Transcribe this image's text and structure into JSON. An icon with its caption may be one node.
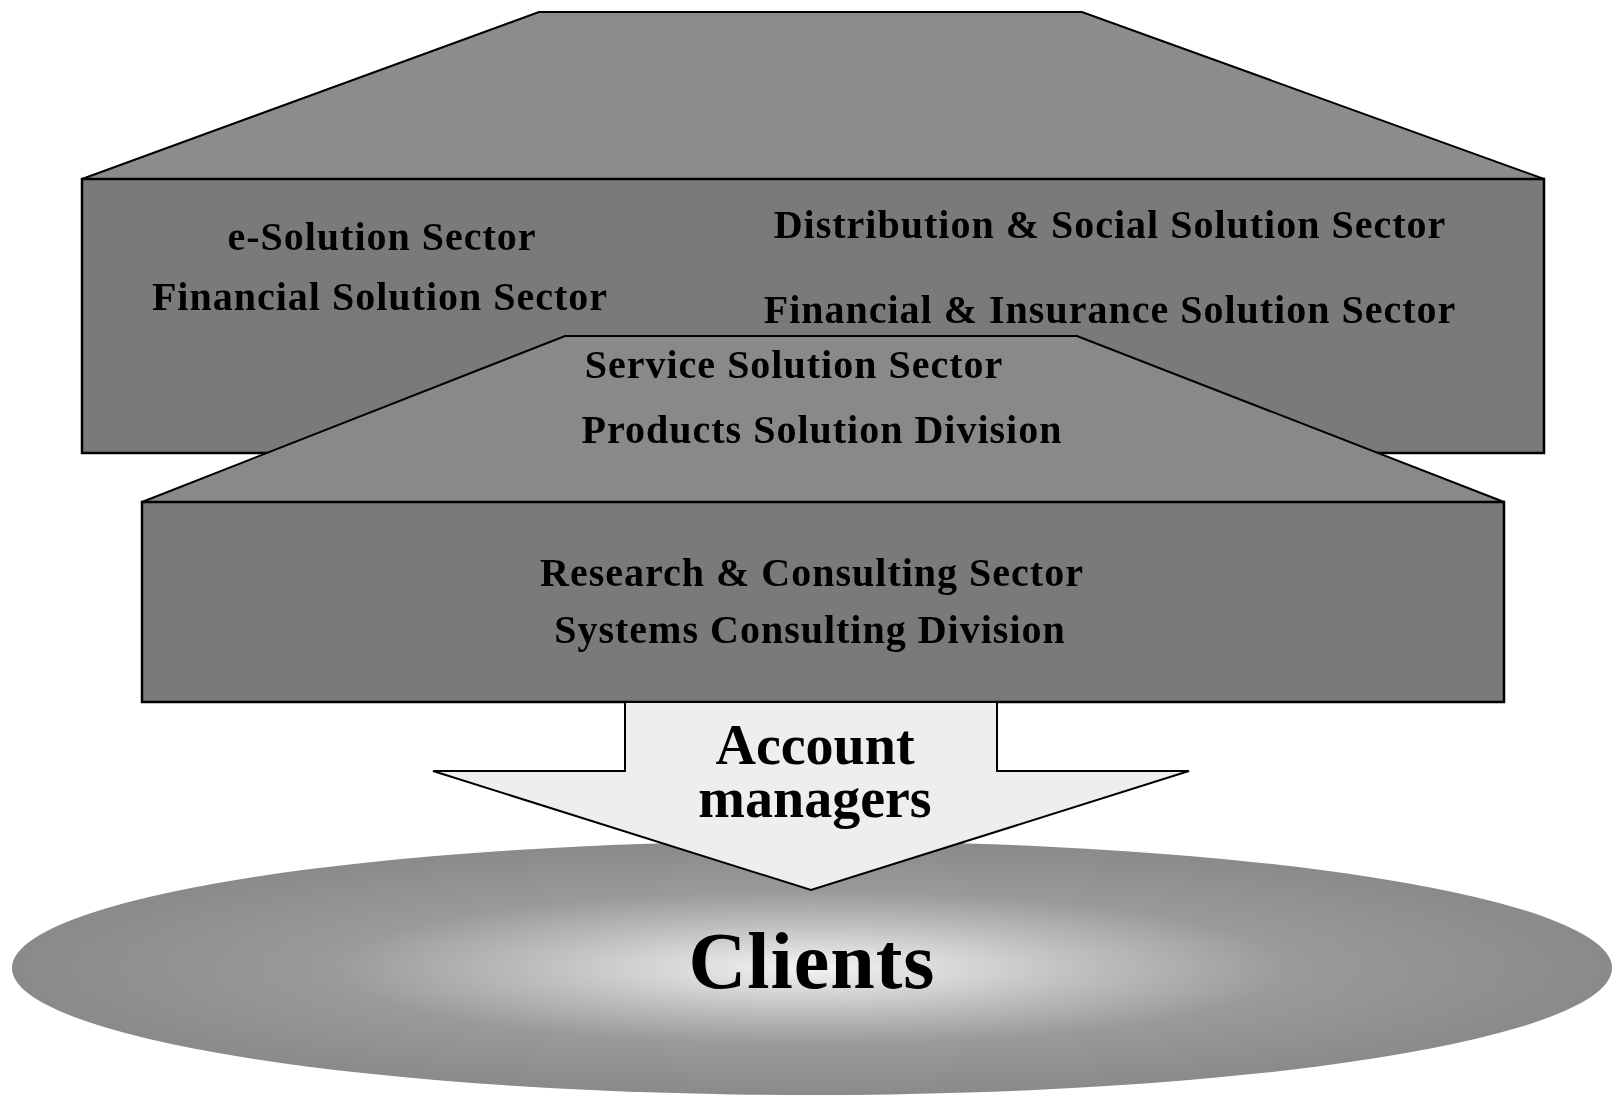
{
  "diagram": {
    "nodes": [
      {
        "text": [
          "e-Solution Sector",
          "Financial Solution Sector",
          "Distribution & Social Solution Sector",
          "Financial & Insurance Solution Sector"
        ]
      },
      {
        "text": [
          "Service Solution Sector",
          "Products Solution Division"
        ]
      },
      {
        "text": [
          "Research & Consulting Sector",
          "Systems Consulting Division"
        ]
      },
      {
        "text": [
          "Clients"
        ]
      }
    ],
    "edges": [
      {
        "from": 2,
        "to": 3,
        "arrow": "to",
        "label": "Account managers"
      }
    ]
  }
}
